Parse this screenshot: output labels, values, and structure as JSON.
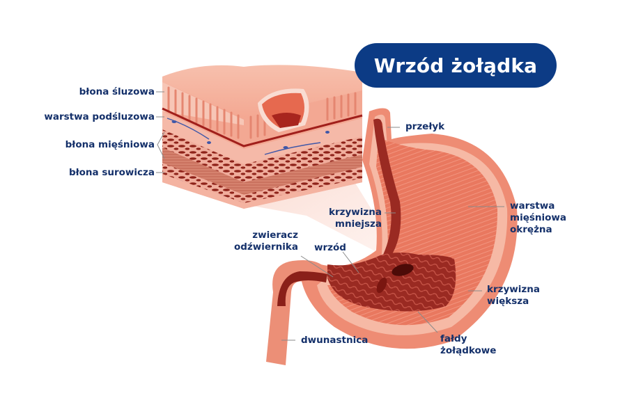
{
  "title": "Wrzód żołądka",
  "colors": {
    "title_bg": "#0c3b85",
    "title_text": "#ffffff",
    "label_text": "#14306a",
    "leader_line": "#8a8a8a",
    "tissue_light": "#f5b5a3",
    "tissue_mid": "#ec8a72",
    "tissue_dark": "#8c1f1b",
    "blood_vessel_blue": "#3f57a8"
  },
  "tissue_block": {
    "labels": [
      {
        "id": "mucosa",
        "text": "błona śluzowa"
      },
      {
        "id": "submucosa",
        "text": "warstwa podśluzowa"
      },
      {
        "id": "muscularis",
        "text": "błona mięśniowa"
      },
      {
        "id": "serosa",
        "text": "błona surowicza"
      }
    ]
  },
  "stomach": {
    "labels": {
      "esophagus": "przełyk",
      "circular_muscle_1": "warstwa",
      "circular_muscle_2": "mięśniowa",
      "circular_muscle_3": "okrężna",
      "lesser_curvature_1": "krzywizna",
      "lesser_curvature_2": "mniejsza",
      "pyloric_sphincter_1": "zwieracz",
      "pyloric_sphincter_2": "odźwiernika",
      "ulcer": "wrzód",
      "greater_curvature_1": "krzywizna",
      "greater_curvature_2": "większa",
      "gastric_folds_1": "fałdy",
      "gastric_folds_2": "żołądkowe",
      "duodenum": "dwunastnica"
    }
  }
}
